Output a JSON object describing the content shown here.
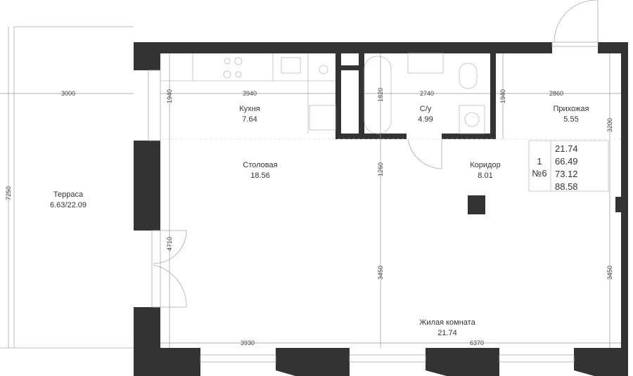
{
  "rooms": {
    "kitchen": {
      "name": "Кухня",
      "area": "7.64"
    },
    "bathroom": {
      "name": "С/у",
      "area": "4.99"
    },
    "hallway": {
      "name": "Прихожая",
      "area": "5.55"
    },
    "dining": {
      "name": "Столовая",
      "area": "18.56"
    },
    "corridor": {
      "name": "Коридор",
      "area": "8.01"
    },
    "living": {
      "name": "Жилая комната",
      "area": "21.74"
    },
    "terrace": {
      "name": "Терраса",
      "area": "6.63/22.09"
    }
  },
  "dimensions": {
    "terrace_width": "3000",
    "terrace_height": "7250",
    "kitchen_width": "3940",
    "kitchen_depth": "1940",
    "bath_depth": "1820",
    "bath_width": "2740",
    "hall_depth": "1940",
    "hall_width": "2860",
    "hall_right": "3200",
    "center_mid": "1260",
    "left_lower": "4710",
    "center_lower": "3450",
    "right_lower": "3450",
    "bottom_left": "3930",
    "bottom_right": "6370"
  },
  "info": {
    "rooms_count": "1",
    "apartment_number": "№6",
    "areas": [
      "21.74",
      "66.49",
      "73.12",
      "88.58"
    ]
  },
  "colors": {
    "wall": "#333333"
  }
}
